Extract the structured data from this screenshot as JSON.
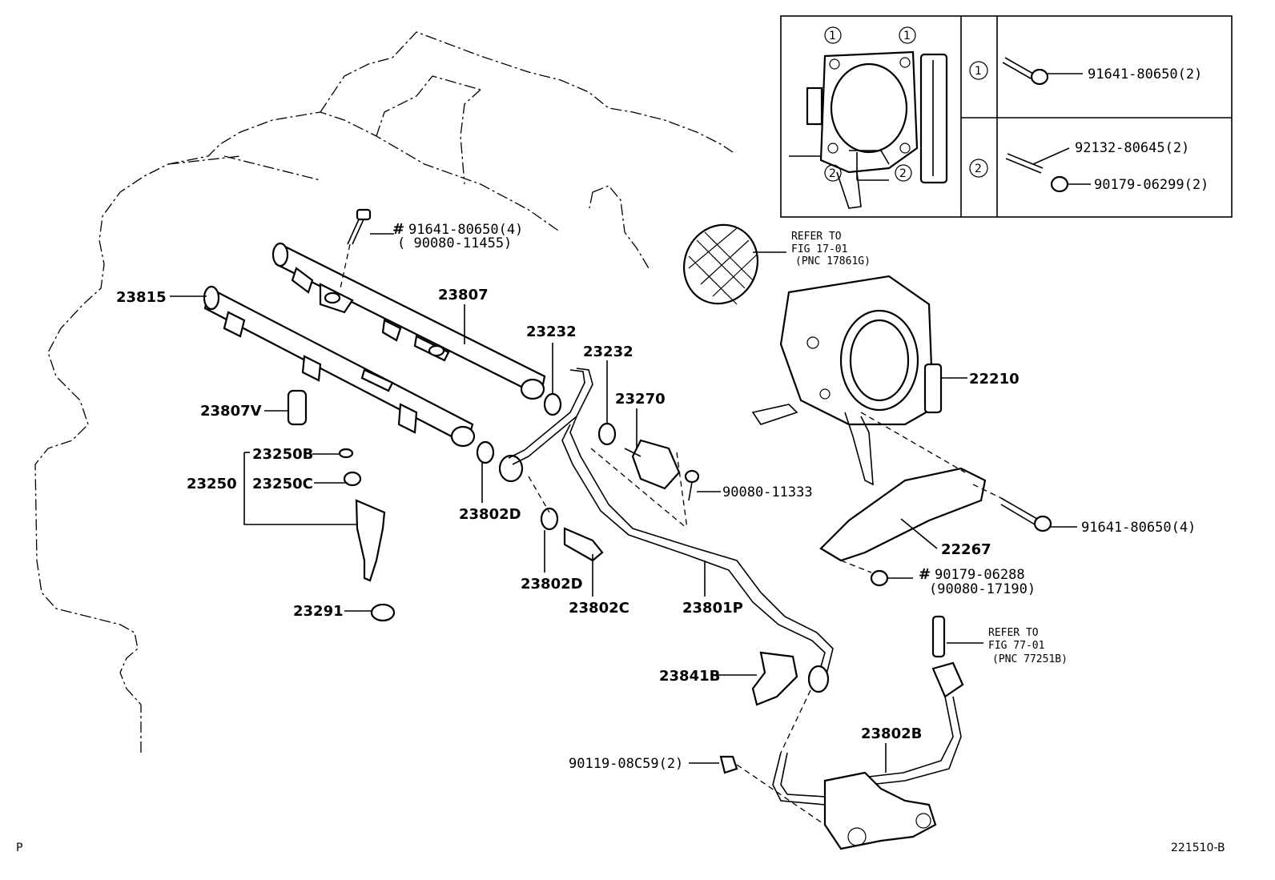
{
  "diagram": {
    "labels": {
      "p23815": "23815",
      "p23807": "23807",
      "p23807v": "23807V",
      "p23250b": "23250B",
      "p23250": "23250",
      "p23250c": "23250C",
      "p23291": "23291",
      "p23232a": "23232",
      "p23232b": "23232",
      "p23270": "23270",
      "p23802d_a": "23802D",
      "p23802d_b": "23802D",
      "p23802c": "23802C",
      "p23801p": "23801P",
      "p23841b": "23841B",
      "p23802b": "23802B",
      "p22210": "22210",
      "p22267": "22267",
      "bolt_top": "91641-80650(4)",
      "bolt_top_alt": "( 90080-11455)",
      "bolt_90080_11333": "90080-11333",
      "bolt_right": "91641-80650(4)",
      "nut_main": "90179-06288",
      "nut_alt": "(90080-17190)",
      "bolt_bottom": "90119-08C59(2)",
      "ref1_line1": "REFER TO",
      "ref1_line2": "FIG 17-01",
      "ref1_line3": "(PNC 17861G)",
      "ref2_line1": "REFER TO",
      "ref2_line2": "FIG 77-01",
      "ref2_line3": "(PNC 77251B)",
      "hash1": "#",
      "hash2": "#"
    },
    "inset": {
      "row1_marker": "1",
      "row2_marker": "2",
      "row1_part": "91641-80650(2)",
      "row2_part_a": "92132-80645(2)",
      "row2_part_b": "90179-06299(2)",
      "marker_1": "1",
      "marker_2": "2"
    },
    "footer": {
      "left": "P",
      "right": "221510-B"
    }
  }
}
